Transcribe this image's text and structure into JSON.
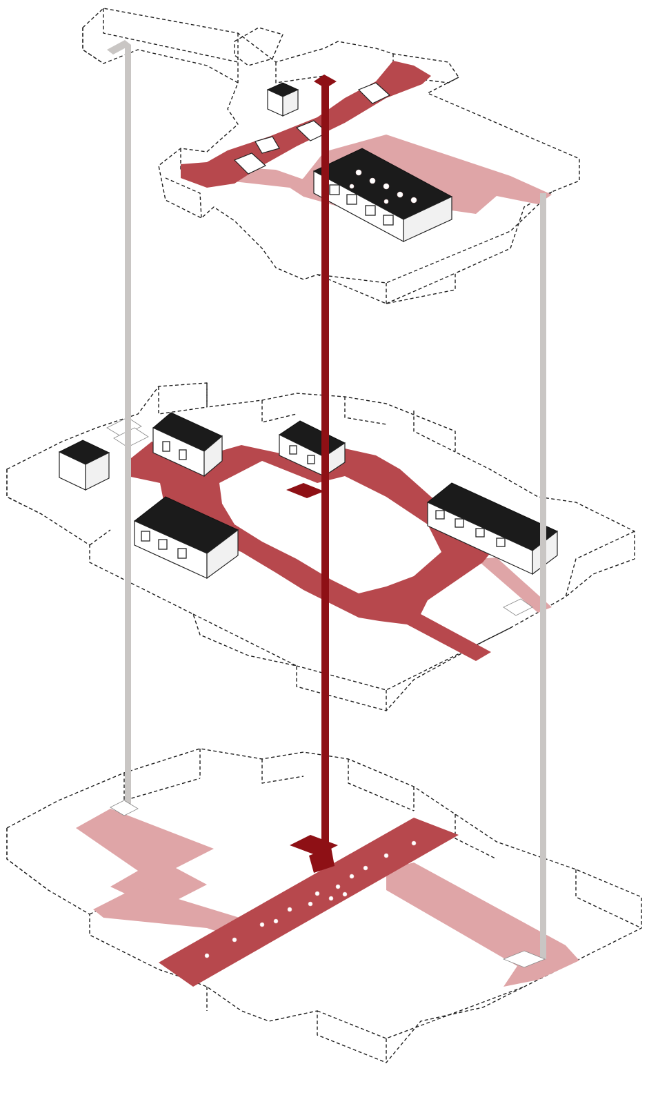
{
  "diagram": {
    "levels": [
      {
        "id": "upper",
        "rooms": 1,
        "skylights": 4
      },
      {
        "id": "middle",
        "rooms": 5
      },
      {
        "id": "ground",
        "rooms": 0
      }
    ],
    "vertical_cores": [
      "red-central-core",
      "grey-left-core",
      "grey-right-core"
    ],
    "colors": {
      "accent_red": "#8e1015",
      "circulation_red": "#b7484d",
      "faded_red": "#dfa5a7",
      "grey_core": "#c9c6c4",
      "outline": "#1e1e1e",
      "room_dark": "#1b1b1b"
    }
  }
}
